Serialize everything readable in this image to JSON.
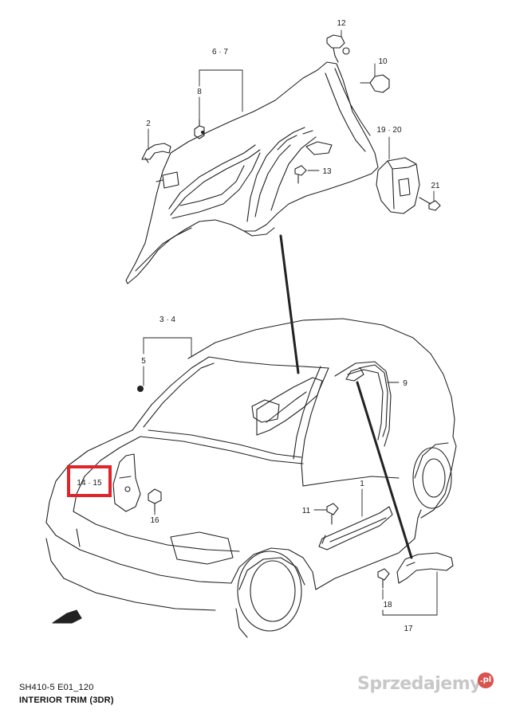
{
  "callouts": {
    "c12": "12",
    "c67": "6 · 7",
    "c10": "10",
    "c8": "8",
    "c2": "2",
    "c1920": "19 · 20",
    "c13": "13",
    "c21": "21",
    "c34": "3 · 4",
    "c5": "5",
    "c9": "9",
    "c1415": "14 · 15",
    "c1": "1",
    "c11": "11",
    "c16": "16",
    "c18": "18",
    "c17": "17"
  },
  "caption": {
    "code": "SH410-5 E01_120",
    "title": "INTERIOR TRIM (3DR)"
  },
  "watermark": {
    "text": "Sprzedajemy",
    "badge": ".pl"
  },
  "colors": {
    "highlight": "#e0242a",
    "line": "#222222"
  }
}
